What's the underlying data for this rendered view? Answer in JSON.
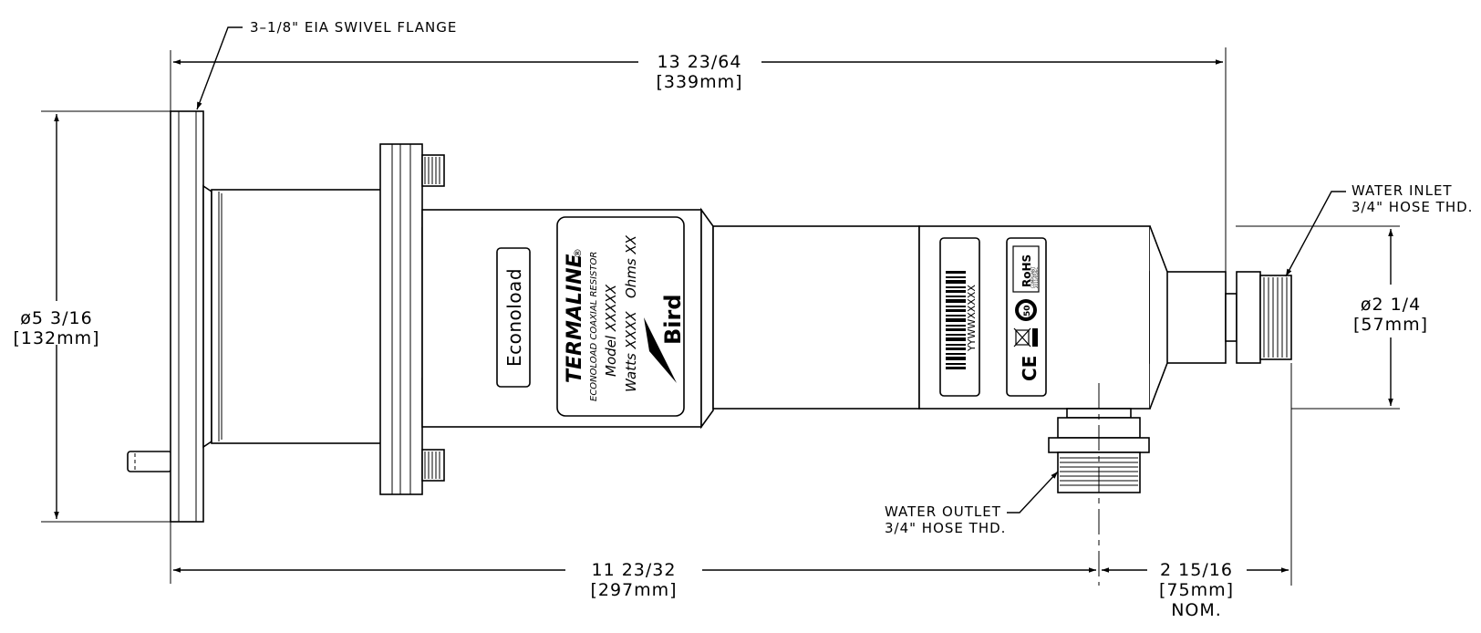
{
  "callouts": {
    "flange": "3–1/8\" EIA SWIVEL FLANGE",
    "inlet_line1": "WATER INLET",
    "inlet_line2": "3/4\" HOSE THD.",
    "outlet_line1": "WATER OUTLET",
    "outlet_line2": "3/4\" HOSE THD."
  },
  "dimensions": {
    "overall_length": "13 23/64",
    "overall_length_mm": "[339mm]",
    "flange_diameter": "ø5 3/16",
    "flange_diameter_mm": "[132mm]",
    "body_diameter": "ø2 1/4",
    "body_diameter_mm": "[57mm]",
    "outlet_distance": "11 23/32",
    "outlet_distance_mm": "[297mm]",
    "outlet_to_inlet": "2 15/16",
    "outlet_to_inlet_mm": "[75mm]",
    "outlet_to_inlet_note": "NOM."
  },
  "body_label": {
    "name": "Econoload"
  },
  "nameplate": {
    "brand": "TERMALINE",
    "registered": "®",
    "subtitle": "ECONOLOAD COAXIAL RESISTOR",
    "model": "Model XXXXX",
    "watts_ohms": "Watts XXXX   Ohms XX",
    "maker": "Bird"
  },
  "serial_label": {
    "code": "YYWWXXXXX"
  },
  "compliance": {
    "rohs": "RoHS",
    "rohs_sub": "COMPLIANT",
    "rohs_directive": "2011/65/EC",
    "efup_years": "50",
    "ce": "CE"
  }
}
